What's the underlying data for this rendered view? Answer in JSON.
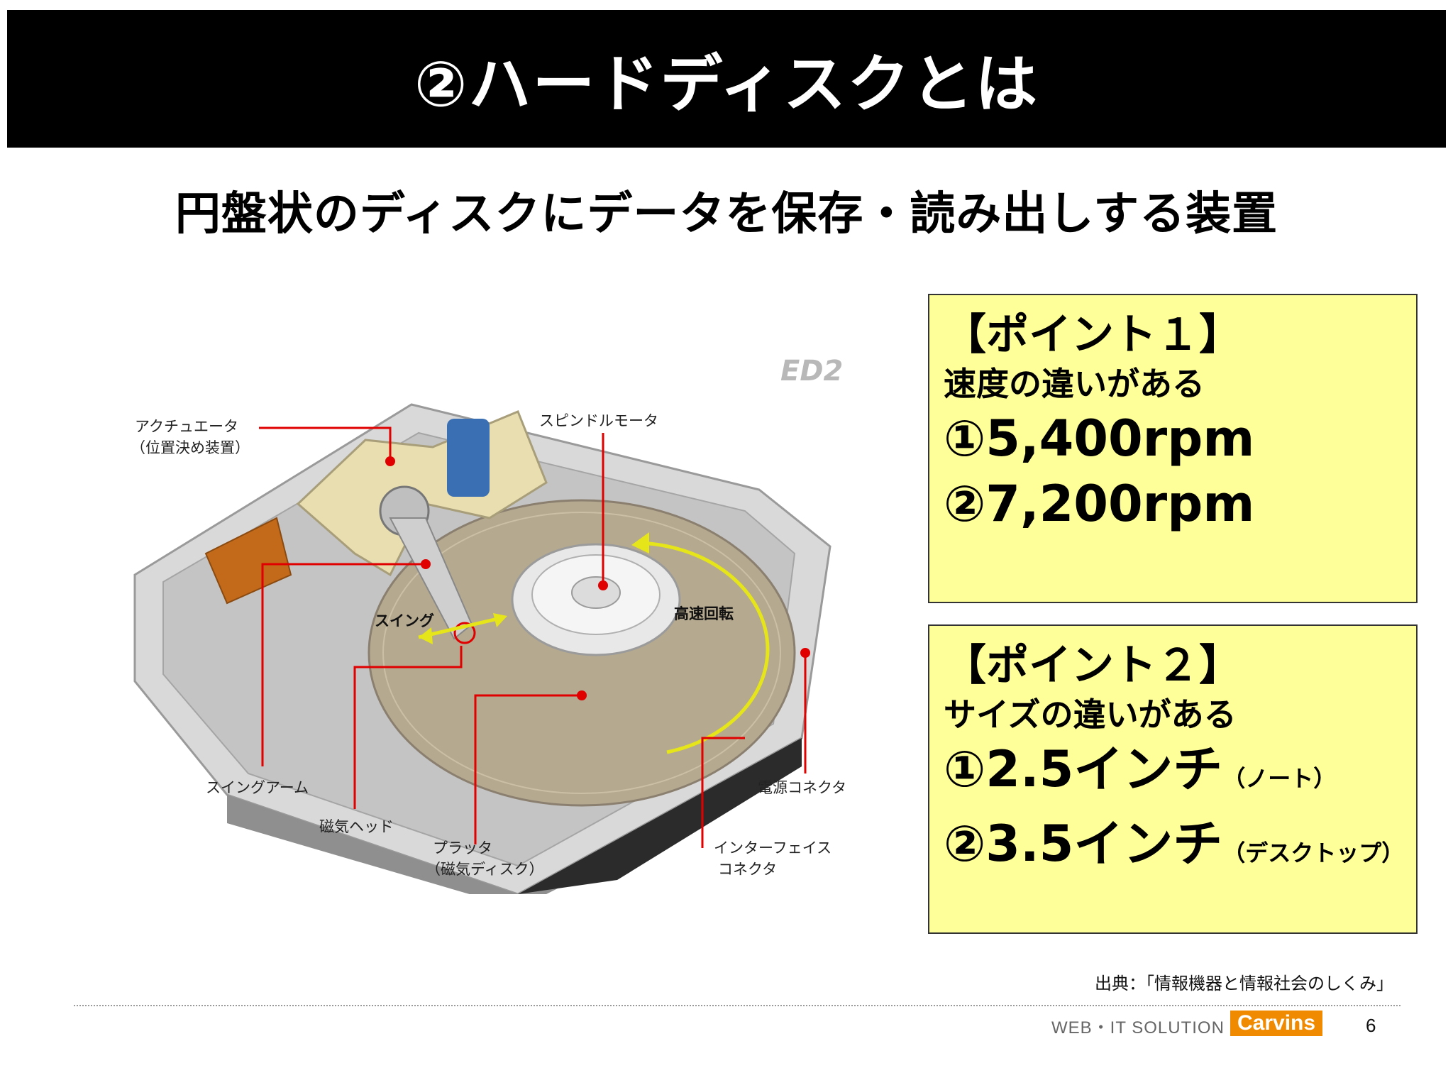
{
  "slide": {
    "title": "②ハードディスクとは",
    "subtitle": "円盤状のディスクにデータを保存・読み出しする装置"
  },
  "figure": {
    "watermark": "ED2",
    "labels": {
      "actuator_line1": "アクチュエータ",
      "actuator_line2": "（位置決め装置）",
      "spindle_motor": "スピンドルモータ",
      "swing": "スイング",
      "high_speed": "高速回転",
      "swing_arm": "スイングアーム",
      "magnetic_head": "磁気ヘッド",
      "platter_line1": "プラッタ",
      "platter_line2": "（磁気ディスク）",
      "power_connector": "電源コネクタ",
      "interface_line1": "インターフェイス",
      "interface_line2": "コネクタ"
    }
  },
  "point1": {
    "heading": "【ポイント１】",
    "sub": "速度の違いがある",
    "item1": "①5,400rpm",
    "item2": "②7,200rpm"
  },
  "point2": {
    "heading": "【ポイント２】",
    "sub": "サイズの違いがある",
    "item1_main": "①2.5インチ",
    "item1_note": "（ノート）",
    "item2_main": "②3.5インチ",
    "item2_note": "（デスクトップ）"
  },
  "citation": "出典：「情報機器と情報社会のしくみ」",
  "footer": {
    "web_text": "WEB・IT SOLUTION",
    "logo_text": "Carvins",
    "page_number": "6"
  }
}
